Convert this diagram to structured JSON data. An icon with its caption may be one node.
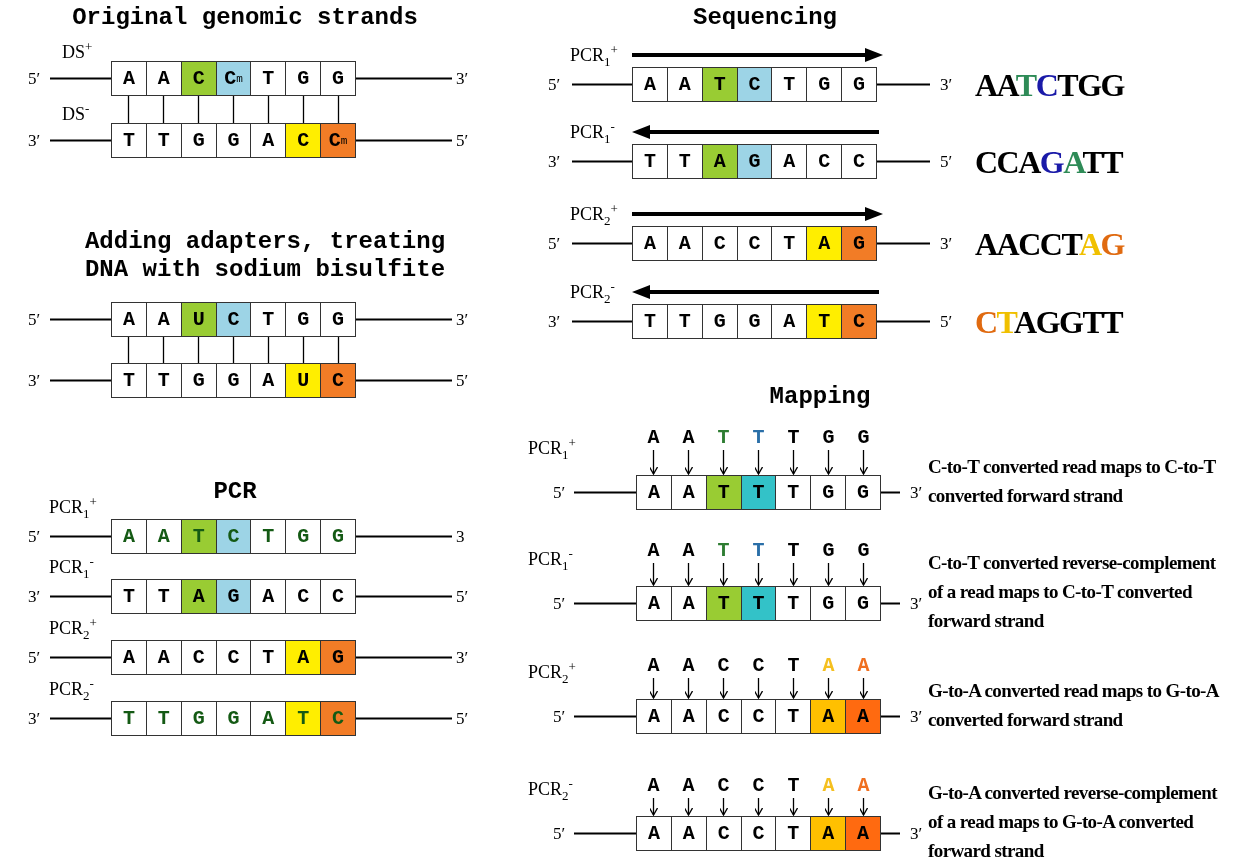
{
  "diagram": {
    "nodes": [
      {
        "text": [
          "A",
          "A",
          "C",
          "C$^{m}$",
          "T",
          "G",
          "G"
        ],
        "beside": [
          "5′",
          "DS$^{+}$"
        ]
      },
      {
        "text": [
          "T",
          "T",
          "G",
          "G",
          "A",
          "C",
          "C$^{m}$"
        ],
        "beside": [
          "3′",
          "DS$^{-}$"
        ]
      },
      {
        "text": [
          "A",
          "A",
          "U",
          "C",
          "T",
          "G",
          "G"
        ]
      },
      {
        "text": [
          "T",
          "T",
          "G",
          "G",
          "A",
          "U",
          "C"
        ]
      },
      {
        "text": [
          "A",
          "A",
          "T",
          "C",
          "T",
          "G",
          "G"
        ],
        "beside": [
          "5′",
          "PCR$_{1}$$^{+}$"
        ]
      },
      {
        "text": [
          "T",
          "T",
          "A",
          "G",
          "A",
          "C",
          "C"
        ],
        "beside": [
          "3′",
          "PCR$_{1}$$^{-}$"
        ]
      },
      {
        "text": [
          "A",
          "A",
          "C",
          "C",
          "T",
          "A",
          "G"
        ],
        "beside": [
          "5′",
          "PCR$_{2}$$^{+}$"
        ]
      },
      {
        "text": [
          "T",
          "T",
          "G",
          "G",
          "A",
          "T",
          "C"
        ],
        "beside": [
          "3′",
          "PCR$_{2}$$^{-}$"
        ]
      },
      {
        "text": [
          "A",
          "A",
          "T",
          "C",
          "T",
          "G",
          "G"
        ],
        "beside": [
          "5′",
          "3′",
          "PCR$_{1}$$^{+}$",
          "AATCTGG"
        ]
      },
      {
        "text": [
          "T",
          "T",
          "A",
          "G",
          "A",
          "C",
          "C"
        ],
        "beside": [
          "3′",
          "5′",
          "PCR$_{1}$$^{-}$",
          "CCAGATT"
        ]
      },
      {
        "text": [
          "A",
          "A",
          "C",
          "C",
          "T",
          "A",
          "G"
        ],
        "beside": [
          "5′",
          "3′",
          "PCR$_{2}$$^{+}$",
          "AACCTAG"
        ]
      },
      {
        "text": [
          "T",
          "T",
          "G",
          "G",
          "A",
          "T",
          "C"
        ],
        "beside": [
          "3′",
          "5′",
          "PCR$_{2}$$^{-}$",
          "CTAGGTT"
        ]
      },
      {
        "text": [
          "A",
          "A",
          "T",
          "T",
          "T",
          "G",
          "G"
        ]
      },
      {
        "text": [
          "A",
          "A",
          "T",
          "T",
          "T",
          "G",
          "G"
        ],
        "beside": [
          "5′",
          "3′",
          "PCR$_{1}$$^{+}$",
          "C-to-T converted read maps to C-to-T converted forward strand"
        ]
      },
      {
        "text": [
          "A",
          "A",
          "T",
          "T",
          "T",
          "G",
          "G"
        ]
      },
      {
        "text": [
          "A",
          "A",
          "T",
          "T",
          "T",
          "G",
          "G"
        ],
        "beside": [
          "5′",
          "3′",
          "PCR$_{1}$$^{-}$",
          "C-to-T converted reverse-complement of a read maps to C-to-T converted forward strand"
        ]
      },
      {
        "text": [
          "A",
          "A",
          "C",
          "C",
          "T",
          "A",
          "A"
        ]
      },
      {
        "text": [
          "A",
          "A",
          "C",
          "C",
          "T",
          "A",
          "A"
        ],
        "beside": [
          "5′",
          "3′",
          "PCR$_{2}$$^{+}$",
          "G-to-A converted read maps to G-to-A converted forward strand"
        ]
      },
      {
        "text": [
          "A",
          "A",
          "C",
          "C",
          "T",
          "A",
          "A"
        ]
      },
      {
        "text": [
          "A",
          "A",
          "C",
          "C",
          "T",
          "A",
          "A"
        ],
        "beside": [
          "5′",
          "3′",
          "PCR$_{2}$$^{-}$",
          "G-to-A converted reverse-complement of a read maps to G-to-A converted forward strand"
        ]
      },
      {
        "text": [
          "3′"
        ]
      },
      {
        "text": [
          "5′"
        ]
      },
      {
        "text": [
          "3′"
        ]
      },
      {
        "text": [
          "5′"
        ]
      },
      {
        "text": [
          "3"
        ]
      },
      {
        "text": [
          "5′"
        ]
      },
      {
        "text": [
          "3′"
        ]
      },
      {
        "text": [
          "5′"
        ]
      }
    ],
    "edges": [
      {
        "from": 0,
        "to": 1,
        "arrow": "none"
      },
      {
        "from": 0,
        "to": 1,
        "arrow": "none"
      },
      {
        "from": 0,
        "to": 1,
        "arrow": "none"
      },
      {
        "from": 0,
        "to": 1,
        "arrow": "none"
      },
      {
        "from": 0,
        "to": 1,
        "arrow": "none"
      },
      {
        "from": 0,
        "to": 1,
        "arrow": "none"
      },
      {
        "from": 0,
        "to": 1,
        "arrow": "none"
      },
      {
        "from": 2,
        "to": 3,
        "arrow": "none"
      },
      {
        "from": 2,
        "to": 3,
        "arrow": "none"
      },
      {
        "from": 2,
        "to": 3,
        "arrow": "none"
      },
      {
        "from": 2,
        "to": 3,
        "arrow": "none"
      },
      {
        "from": 2,
        "to": 3,
        "arrow": "none"
      },
      {
        "from": 2,
        "to": 3,
        "arrow": "none"
      },
      {
        "from": 2,
        "to": 3,
        "arrow": "none"
      },
      {
        "from": 12,
        "to": 13,
        "arrow": "to"
      },
      {
        "from": 12,
        "to": 13,
        "arrow": "to"
      },
      {
        "from": 12,
        "to": 13,
        "arrow": "to"
      },
      {
        "from": 12,
        "to": 13,
        "arrow": "to"
      },
      {
        "from": 12,
        "to": 13,
        "arrow": "to"
      },
      {
        "from": 12,
        "to": 13,
        "arrow": "to"
      },
      {
        "from": 12,
        "to": 13,
        "arrow": "to"
      },
      {
        "from": 14,
        "to": 15,
        "arrow": "to"
      },
      {
        "from": 14,
        "to": 15,
        "arrow": "to"
      },
      {
        "from": 14,
        "to": 15,
        "arrow": "to"
      },
      {
        "from": 14,
        "to": 15,
        "arrow": "to"
      },
      {
        "from": 14,
        "to": 15,
        "arrow": "to"
      },
      {
        "from": 14,
        "to": 15,
        "arrow": "to"
      },
      {
        "from": 14,
        "to": 15,
        "arrow": "to"
      },
      {
        "from": 16,
        "to": 17,
        "arrow": "to"
      },
      {
        "from": 16,
        "to": 17,
        "arrow": "to"
      },
      {
        "from": 16,
        "to": 17,
        "arrow": "to"
      },
      {
        "from": 16,
        "to": 17,
        "arrow": "to"
      },
      {
        "from": 16,
        "to": 17,
        "arrow": "to"
      },
      {
        "from": 16,
        "to": 17,
        "arrow": "to"
      },
      {
        "from": 16,
        "to": 17,
        "arrow": "to"
      },
      {
        "from": 18,
        "to": 19,
        "arrow": "to"
      },
      {
        "from": 18,
        "to": 19,
        "arrow": "to"
      },
      {
        "from": 18,
        "to": 19,
        "arrow": "to"
      },
      {
        "from": 18,
        "to": 19,
        "arrow": "to"
      },
      {
        "from": 18,
        "to": 19,
        "arrow": "to"
      },
      {
        "from": 18,
        "to": 19,
        "arrow": "to"
      },
      {
        "from": 18,
        "to": 19,
        "arrow": "to"
      },
      {
        "from": 0,
        "to": 20,
        "arrow": "none"
      },
      {
        "from": 1,
        "to": 21,
        "arrow": "none"
      },
      {
        "from": 2,
        "to": 22,
        "arrow": "none"
      },
      {
        "from": 3,
        "to": 23,
        "arrow": "none"
      },
      {
        "from": 4,
        "to": 24,
        "arrow": "none"
      },
      {
        "from": 5,
        "to": 25,
        "arrow": "none"
      },
      {
        "from": 6,
        "to": 26,
        "arrow": "none"
      },
      {
        "from": 7,
        "to": 27,
        "arrow": "none"
      }
    ],
    "labels": [
      "Original genomic strands",
      "Adding adapters, treating DNA with sodium bisulfite",
      "5′",
      "3′",
      "PCR",
      "Sequencing",
      "Mapping"
    ]
  }
}
